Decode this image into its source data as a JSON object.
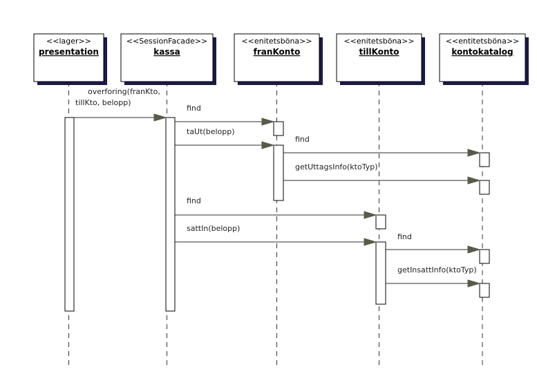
{
  "participants": [
    {
      "stereotype": "<<lager>>",
      "name": "presentation"
    },
    {
      "stereotype": "<<SessionFacade>>",
      "name": "kassa"
    },
    {
      "stereotype": "<<enitetsböna>>",
      "name": "franKonto"
    },
    {
      "stereotype": "<<enitetsböna>>",
      "name": "tillKonto"
    },
    {
      "stereotype": "<<entitetsböna>>",
      "name": "kontokatalog"
    }
  ],
  "messages": [
    {
      "from": "presentation",
      "to": "kassa",
      "label_lines": [
        "overforing(franKto,",
        "tillKto, belopp)"
      ]
    },
    {
      "from": "kassa",
      "to": "franKonto",
      "label_lines": [
        "find"
      ]
    },
    {
      "from": "kassa",
      "to": "franKonto",
      "label_lines": [
        "taUt(belopp)"
      ]
    },
    {
      "from": "franKonto",
      "to": "kontokatalog",
      "label_lines": [
        "find"
      ]
    },
    {
      "from": "franKonto",
      "to": "kontokatalog",
      "label_lines": [
        "getUttagsInfo(ktoTyp)"
      ]
    },
    {
      "from": "kassa",
      "to": "tillKonto",
      "label_lines": [
        "find"
      ]
    },
    {
      "from": "kassa",
      "to": "tillKonto",
      "label_lines": [
        "sattIn(belopp)"
      ]
    },
    {
      "from": "tillKonto",
      "to": "kontokatalog",
      "label_lines": [
        "find"
      ]
    },
    {
      "from": "tillKonto",
      "to": "kontokatalog",
      "label_lines": [
        "getInsattInfo(ktoTyp)"
      ]
    }
  ],
  "colors": {
    "shadow": "#1a1a4a",
    "arrowhead": "#5a5a48",
    "message_line": "#2d2d2d",
    "lifeline": "#333333"
  }
}
